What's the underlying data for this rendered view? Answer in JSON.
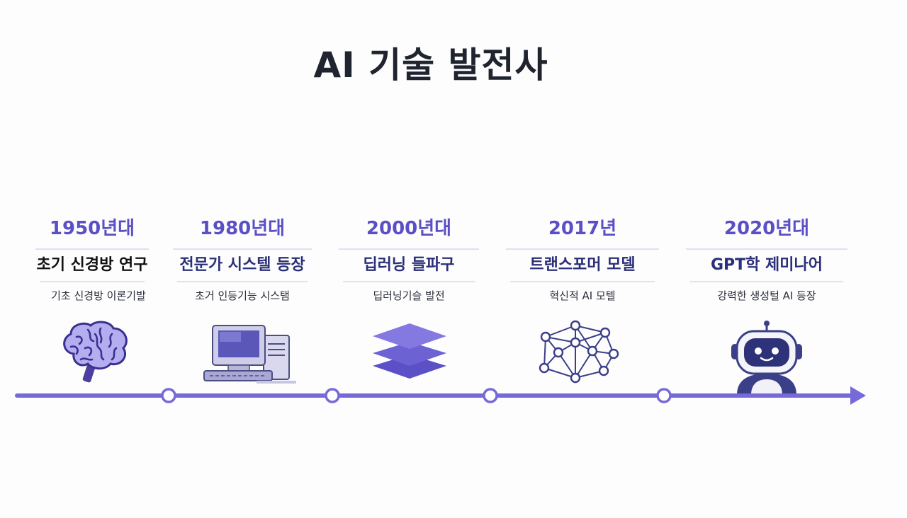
{
  "title": "AI 기술 발전사",
  "colors": {
    "accent": "#7669d9",
    "year": "#5a4fc4",
    "headline_dark": "#111111",
    "headline_indigo": "#2a2f78",
    "title": "#20242f"
  },
  "eras": [
    {
      "year": "1950년대",
      "headline": "초기 신경방 연구",
      "desc": "기초 신경방 이론기발",
      "icon": "brain-icon"
    },
    {
      "year": "1980년대",
      "headline": "전문가 시스텔 등장",
      "desc": "초거 인등기능 시스탬",
      "icon": "computer-icon"
    },
    {
      "year": "2000년대",
      "headline": "딥러닝 들파구",
      "desc": "딥러닝기슬 발전",
      "icon": "layers-icon"
    },
    {
      "year": "2017년",
      "headline": "트랜스포머 모델",
      "desc": "혁신적 AI 모텔",
      "icon": "neural-network-icon"
    },
    {
      "year": "2020년대",
      "headline": "GPT학 제미나어",
      "desc": "강력한 생성털 AI 등장",
      "icon": "robot-icon"
    }
  ]
}
